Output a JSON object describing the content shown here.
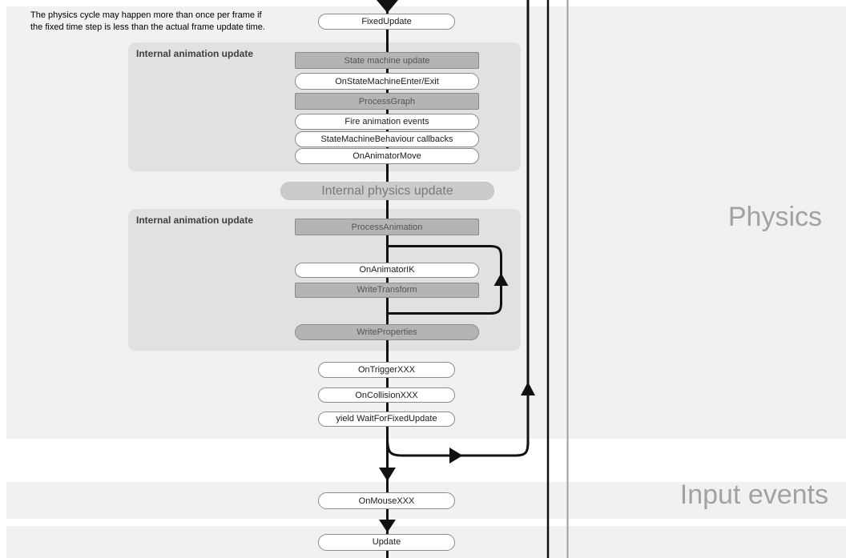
{
  "note": {
    "line1": "The physics cycle may happen more than once per frame if",
    "line2": "the fixed time step is less than the actual frame update time."
  },
  "section_labels": {
    "physics": "Physics",
    "input_events": "Input events"
  },
  "groups": {
    "animation1": {
      "title": "Internal animation update"
    },
    "animation2": {
      "title": "Internal animation update"
    }
  },
  "nodes": {
    "fixed_update": {
      "label": "FixedUpdate",
      "kind": "callback"
    },
    "state_machine_update": {
      "label": "State machine update",
      "kind": "internal"
    },
    "on_state_machine_enter_exit": {
      "label": "OnStateMachineEnter/Exit",
      "kind": "callback"
    },
    "process_graph": {
      "label": "ProcessGraph",
      "kind": "internal"
    },
    "fire_animation_events": {
      "label": "Fire animation events",
      "kind": "callback"
    },
    "state_machine_behaviour_callbacks": {
      "label": "StateMachineBehaviour callbacks",
      "kind": "callback"
    },
    "on_animator_move": {
      "label": "OnAnimatorMove",
      "kind": "callback"
    },
    "internal_physics_update": {
      "label": "Internal physics update",
      "kind": "phase"
    },
    "process_animation": {
      "label": "ProcessAnimation",
      "kind": "internal"
    },
    "on_animator_ik": {
      "label": "OnAnimatorIK",
      "kind": "callback"
    },
    "write_transform": {
      "label": "WriteTransform",
      "kind": "internal"
    },
    "write_properties": {
      "label": "WriteProperties",
      "kind": "internal-pill"
    },
    "on_trigger_xxx": {
      "label": "OnTriggerXXX",
      "kind": "callback"
    },
    "on_collision_xxx": {
      "label": "OnCollisionXXX",
      "kind": "callback"
    },
    "yield_wait_for_fixed_update": {
      "label": "yield WaitForFixedUpdate",
      "kind": "callback"
    },
    "on_mouse_xxx": {
      "label": "OnMouseXXX",
      "kind": "callback"
    },
    "update": {
      "label": "Update",
      "kind": "callback"
    }
  },
  "colors": {
    "band_background": "#f1f1f1",
    "group_box_background": "#e1e1e1",
    "internal_node_fill": "#b4b4b4",
    "phase_node_fill": "#cbcbcb",
    "node_border": "#8b8b8b",
    "flow_line": "#111111",
    "secondary_line": "#9f9f9f",
    "section_label_text": "#a2a2a2"
  }
}
